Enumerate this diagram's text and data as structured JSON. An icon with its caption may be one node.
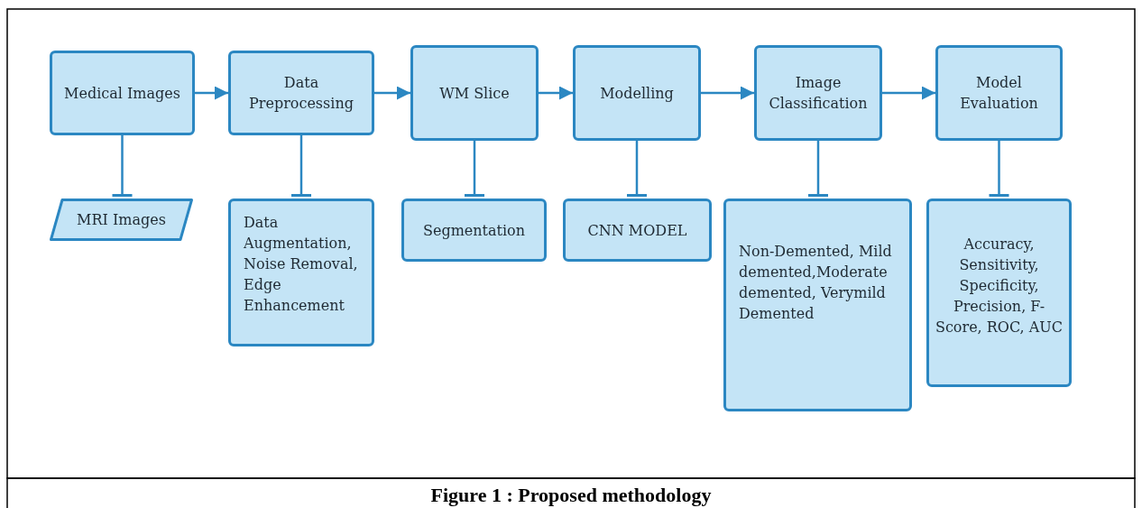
{
  "diagram": {
    "caption": "Figure 1 : Proposed methodology",
    "nodes": [
      {
        "text": [
          "Medical Images"
        ]
      },
      {
        "text": [
          "Data Preprocessing"
        ]
      },
      {
        "text": [
          "WM Slice"
        ]
      },
      {
        "text": [
          "Modelling"
        ]
      },
      {
        "text": [
          "Image Classification"
        ]
      },
      {
        "text": [
          "Model Evaluation"
        ]
      },
      {
        "text": [
          "MRI Images"
        ]
      },
      {
        "text": [
          "Data Augmentation, Noise Removal, Edge Enhancement"
        ]
      },
      {
        "text": [
          "Segmentation"
        ]
      },
      {
        "text": [
          "CNN MODEL"
        ]
      },
      {
        "text": [
          "Non-Demented, Mild demented,Moderate demented, Verymild Demented"
        ]
      },
      {
        "text": [
          "Accuracy, Sensitivity, Specificity, Precision, F-Score, ROC, AUC"
        ]
      }
    ],
    "edges": [
      {
        "from": 0,
        "to": 1,
        "arrow": "to"
      },
      {
        "from": 1,
        "to": 2,
        "arrow": "to"
      },
      {
        "from": 2,
        "to": 3,
        "arrow": "to"
      },
      {
        "from": 3,
        "to": 4,
        "arrow": "to"
      },
      {
        "from": 4,
        "to": 5,
        "arrow": "to"
      },
      {
        "from": 0,
        "to": 6,
        "arrow": "other"
      },
      {
        "from": 1,
        "to": 7,
        "arrow": "other"
      },
      {
        "from": 2,
        "to": 8,
        "arrow": "other"
      },
      {
        "from": 3,
        "to": 9,
        "arrow": "other"
      },
      {
        "from": 4,
        "to": 10,
        "arrow": "other"
      },
      {
        "from": 5,
        "to": 11,
        "arrow": "other"
      }
    ]
  }
}
